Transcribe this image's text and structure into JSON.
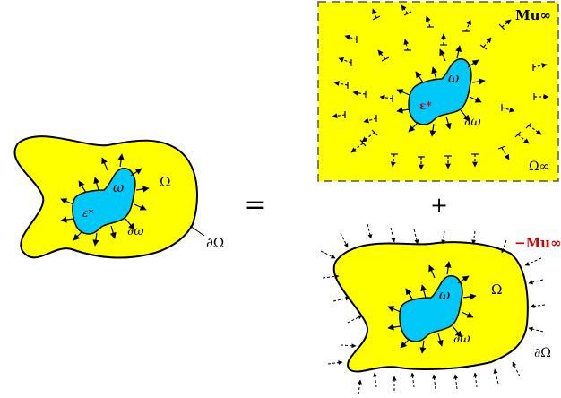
{
  "equals_sign": "=",
  "plus_sign": "+",
  "left_figure": {
    "domain_label": "Ω",
    "boundary_label": "∂Ω",
    "inclusion_label": "ω",
    "inclusion_boundary_label": "∂ω",
    "strain_label": "ε*"
  },
  "top_right_figure": {
    "infinite_domain_label": "Ω∞",
    "traction_label": "Mu∞",
    "inclusion_label": "ω",
    "inclusion_boundary_label": "∂ω",
    "strain_label": "ε*"
  },
  "bottom_right_figure": {
    "domain_label": "Ω",
    "boundary_label": "∂Ω",
    "inclusion_label": "ω",
    "inclusion_boundary_label": "∂ω",
    "traction_label": "−Mu∞"
  },
  "colors": {
    "body_fill": "#ffff00",
    "inclusion_fill": "#00c8f8",
    "outline": "#000000",
    "accent_red": "#cc0000"
  }
}
